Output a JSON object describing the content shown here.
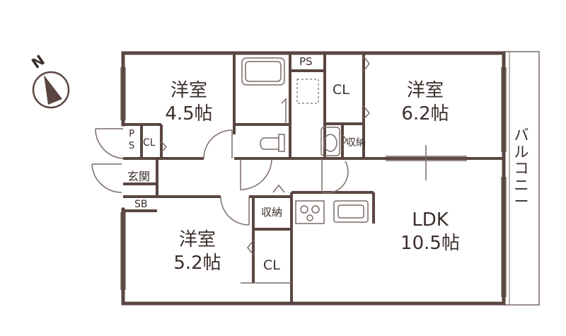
{
  "compass": {
    "north_label": "N"
  },
  "rooms": {
    "western_4_5": {
      "name": "洋室",
      "size": "4.5帖"
    },
    "western_6_2": {
      "name": "洋室",
      "size": "6.2帖"
    },
    "western_5_2": {
      "name": "洋室",
      "size": "5.2帖"
    },
    "ldk": {
      "name": "LDK",
      "size": "10.5帖"
    }
  },
  "labels": {
    "ps_top": "PS",
    "cl_top": "CL",
    "ps_small": "PS",
    "cl_small": "CL",
    "storage_washroom": "収納",
    "entrance": "玄関",
    "sb": "SB",
    "storage_kitchen": "収納",
    "cl_bottom": "CL",
    "balcony": "バルコニー"
  },
  "colors": {
    "wall": "#5a4641",
    "line": "#7a6a66",
    "text": "#3a2e2a"
  }
}
